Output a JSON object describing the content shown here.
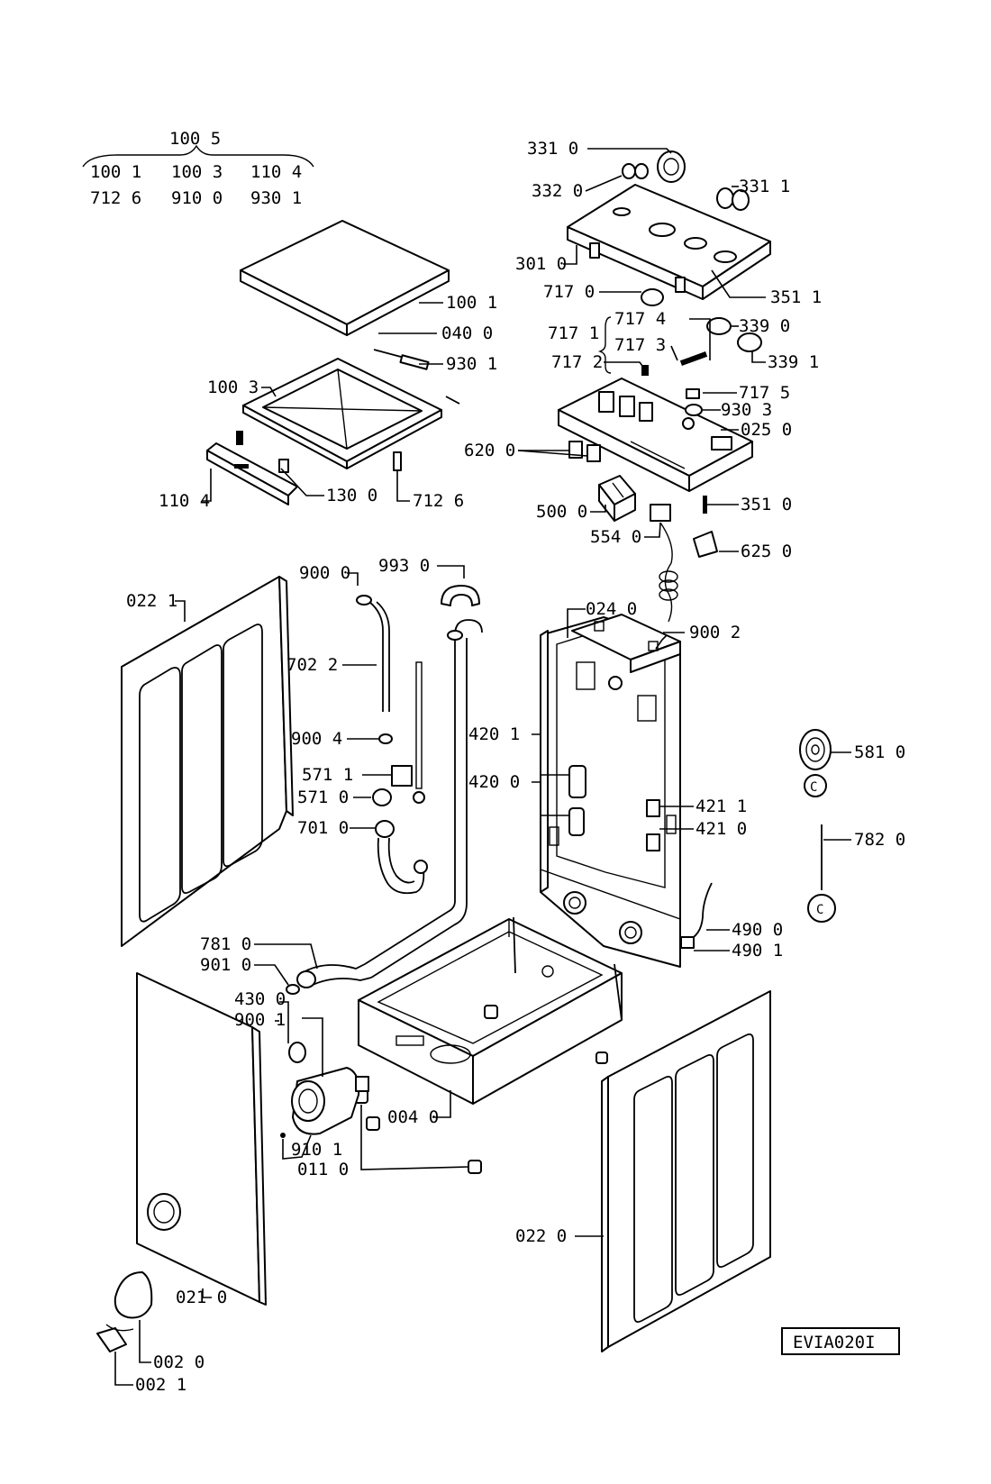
{
  "header_group": {
    "title": "100 5",
    "row1": [
      "100 1",
      "100 3",
      "110 4"
    ],
    "row2": [
      "712 6",
      "910 0",
      "930 1"
    ]
  },
  "labels": {
    "p331_0": "331 0",
    "p332_0": "332 0",
    "p331_1": "331 1",
    "p301_0": "301 0",
    "p351_1": "351 1",
    "p717_0": "717 0",
    "p717_4": "717 4",
    "p717_1": "717 1",
    "p717_3": "717 3",
    "p339_0": "339 0",
    "p717_2": "717 2",
    "p339_1": "339 1",
    "p717_5": "717 5",
    "p930_3": "930 3",
    "p025_0": "025 0",
    "p620_0": "620 0",
    "p500_0": "500 0",
    "p351_0": "351 0",
    "p554_0": "554 0",
    "p625_0": "625 0",
    "p100_1": "100 1",
    "p040_0": "040 0",
    "p930_1": "930 1",
    "p100_3": "100 3",
    "p110_4": "110 4",
    "p130_0": "130 0",
    "p712_6": "712 6",
    "p022_1": "022 1",
    "p900_0": "900 0",
    "p993_0": "993 0",
    "p024_0": "024 0",
    "p900_2": "900 2",
    "p702_2": "702 2",
    "p420_1": "420 1",
    "p420_0": "420 0",
    "p900_4": "900 4",
    "p571_1": "571 1",
    "p571_0": "571 0",
    "p701_0": "701 0",
    "p421_1": "421 1",
    "p421_0": "421 0",
    "p581_0": "581 0",
    "p782_0": "782 0",
    "p490_0": "490 0",
    "p490_1": "490 1",
    "p781_0": "781 0",
    "p901_0": "901 0",
    "p430_0": "430 0",
    "p900_1": "900 1",
    "p004_0": "004 0",
    "p910_1": "910 1",
    "p011_0": "011 0",
    "p022_0": "022 0",
    "p021_0": "021 0",
    "p002_0": "002 0",
    "p002_1": "002 1",
    "ref_c1": "C",
    "ref_c2": "C"
  },
  "diagram_code": "EVIA020I"
}
